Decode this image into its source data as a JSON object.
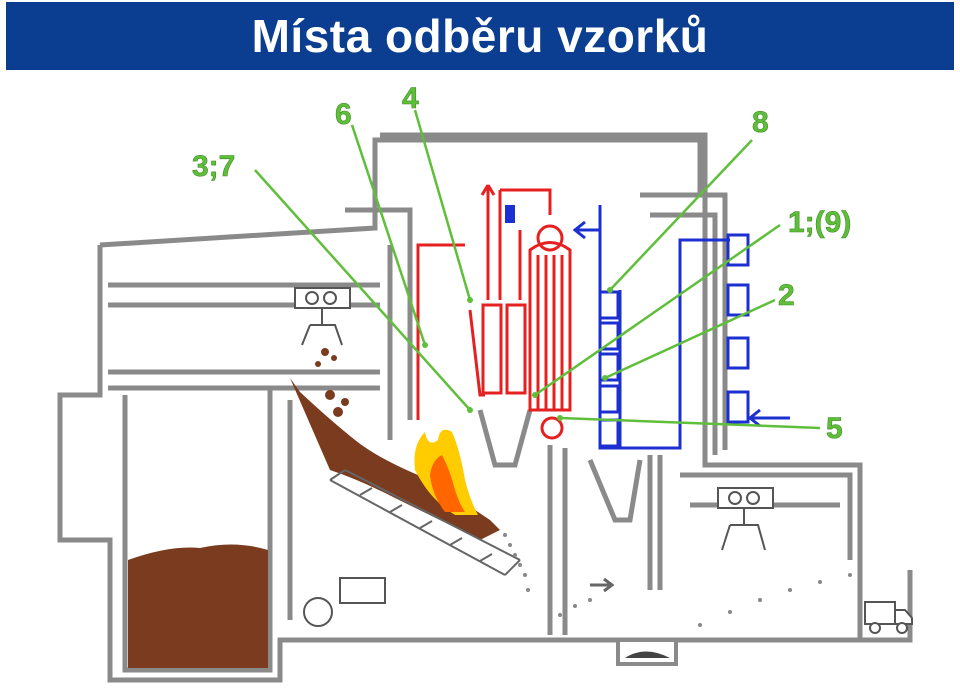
{
  "title": "Místa odběru vzorků",
  "colors": {
    "title_bg": "#0b3d91",
    "title_text": "#ffffff",
    "structure": "#8a8a8a",
    "structure_fill": "#d9d9d9",
    "waste": "#7a3b1f",
    "flame_outer": "#ffcc00",
    "flame_inner": "#ff6600",
    "hot_circuit": "#e52020",
    "cold_circuit": "#1c2fd1",
    "callout": "#5fbe3a"
  },
  "callouts": [
    {
      "id": "c37",
      "label": "3;7"
    },
    {
      "id": "c6",
      "label": "6"
    },
    {
      "id": "c4",
      "label": "4"
    },
    {
      "id": "c8",
      "label": "8"
    },
    {
      "id": "c19",
      "label": "1;(9)"
    },
    {
      "id": "c2",
      "label": "2"
    },
    {
      "id": "c5",
      "label": "5"
    }
  ],
  "icons": [
    "crane-grab-icon",
    "crane-grab-icon",
    "truck-icon",
    "flame-icon",
    "flow-arrow-icon"
  ]
}
